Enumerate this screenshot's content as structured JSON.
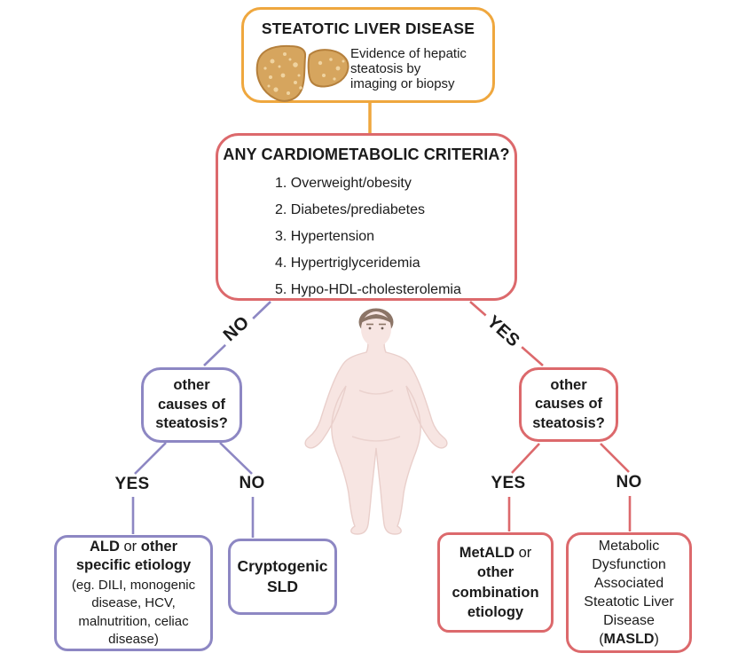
{
  "palette": {
    "orange_accent": "#EFA73E",
    "red_accent": "#DC696C",
    "purple_accent": "#8D87C3",
    "text_color": "#1B1B1B",
    "liver_fill": "#D6A55E",
    "liver_outline": "#B5803C",
    "skin_fill": "#F7E5E2",
    "hair_color": "#8C7567"
  },
  "top_box": {
    "title": "STEATOTIC LIVER DISEASE",
    "description": "Evidence of hepatic\nsteatosis by\nimaging or biopsy",
    "icon": "fatty-liver-icon"
  },
  "criteria_box": {
    "title": "ANY CARDIOMETABOLIC CRITERIA?",
    "items": [
      "1. Overweight/obesity",
      "2. Diabetes/prediabetes",
      "3. Hypertension",
      "4. Hypertriglyceridemia",
      "5. Hypo-HDL-cholesterolemia"
    ]
  },
  "branch_labels": {
    "no_diagonal": "NO",
    "yes_diagonal": "YES",
    "left_yes": "YES",
    "left_no": "NO",
    "right_yes": "YES",
    "right_no": "NO"
  },
  "question_left": {
    "text": "other\ncauses of\nsteatosis?"
  },
  "question_right": {
    "text": "other\ncauses of\nsteatosis?"
  },
  "outcomes": {
    "ald": {
      "bold1": "ALD",
      "mid": " or ",
      "bold2": "other specific etiology",
      "detail": "(eg. DILI, monogenic\ndisease, HCV,\nmalnutrition, celiac\ndisease)"
    },
    "cryptogenic": {
      "text": "Cryptogenic\nSLD"
    },
    "metald": {
      "bold1": "MetALD",
      "mid": " or ",
      "bold2": "other combination etiology"
    },
    "masld": {
      "text": "Metabolic\nDysfunction\nAssociated\nSteatotic Liver\nDisease",
      "paren_open": "(",
      "bold": "MASLD",
      "paren_close": ")"
    }
  },
  "illustrations": {
    "liver": "fatty-liver-icon",
    "body": "obese-patient-figure"
  }
}
